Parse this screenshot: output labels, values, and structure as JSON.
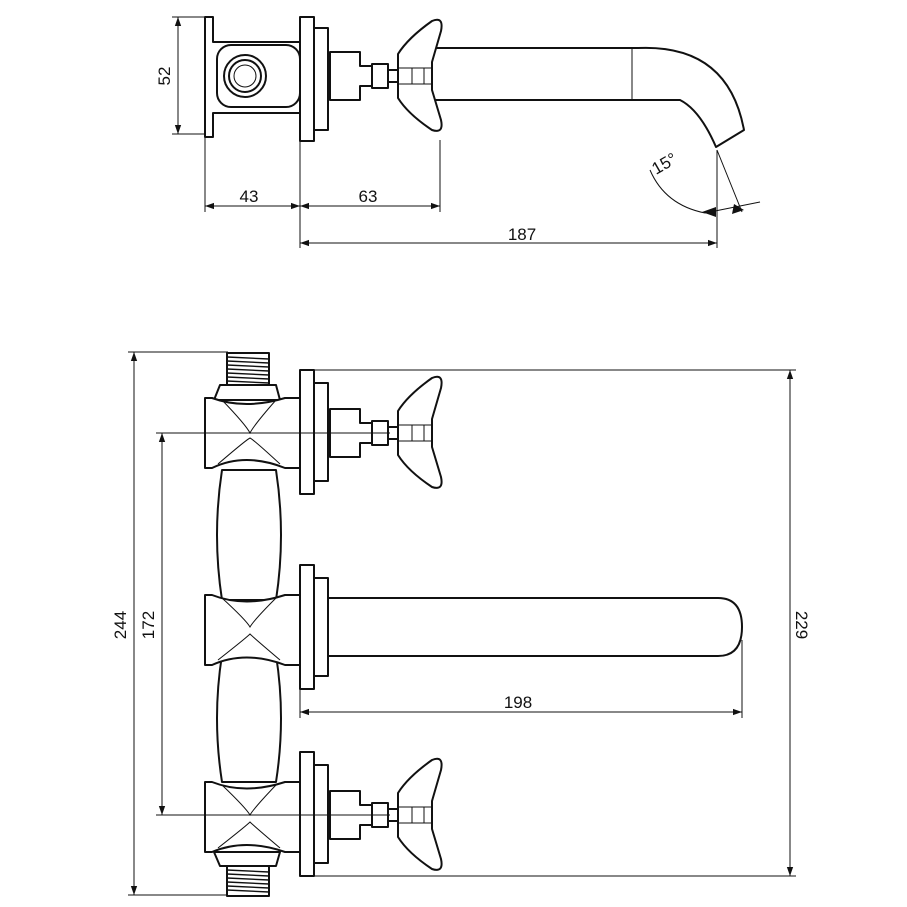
{
  "colors": {
    "line": "#111111",
    "background": "#ffffff"
  },
  "side_view": {
    "dim_flange_height": "52",
    "dim_depth_a": "43",
    "dim_depth_b": "63",
    "dim_spout_projection": "187",
    "dim_spout_angle": "15°"
  },
  "front_view": {
    "dim_overall_height": "244",
    "dim_handle_center_distance": "172",
    "dim_wall_to_spout_tip": "198",
    "dim_flange_span": "229"
  }
}
